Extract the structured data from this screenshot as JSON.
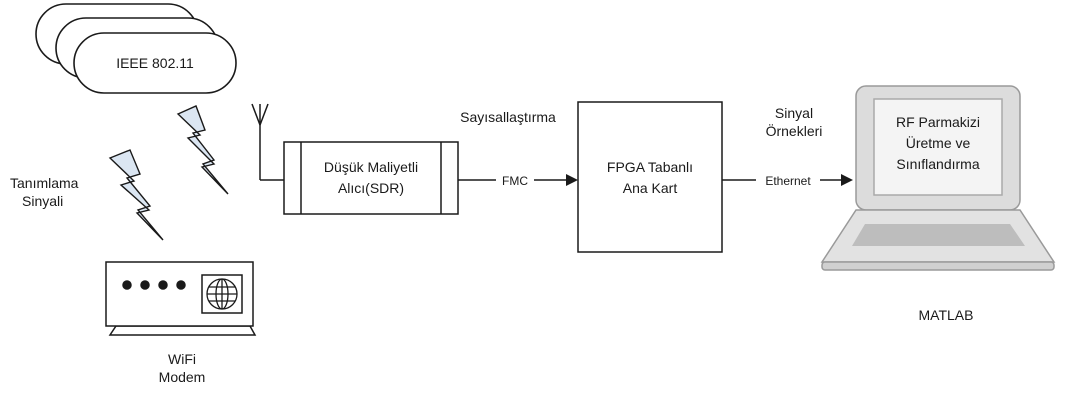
{
  "cloud": {
    "label": "IEEE 802.11"
  },
  "signal": {
    "line1": "Tanımlama",
    "line2": "Sinyali"
  },
  "modem": {
    "line1": "WiFi",
    "line2": "Modem"
  },
  "receiver": {
    "line1": "Düşük Maliyetli",
    "line2": "Alıcı(SDR)"
  },
  "digitization": {
    "label": "Sayısallaştırma"
  },
  "fmc": {
    "label": "FMC"
  },
  "fpga": {
    "line1": "FPGA Tabanlı",
    "line2": "Ana Kart"
  },
  "samples": {
    "line1": "Sinyal",
    "line2": "Örnekleri"
  },
  "ethernet": {
    "label": "Ethernet"
  },
  "laptop": {
    "line1": "RF Parmakizi",
    "line2": "Üretme ve",
    "line3": "Sınıflandırma"
  },
  "matlab": {
    "label": "MATLAB"
  },
  "colors": {
    "stroke": "#1a1a1a",
    "panel": "#dcdcdc",
    "panel_inner": "#f2f2f2",
    "lightning": "#dbe6f2"
  }
}
